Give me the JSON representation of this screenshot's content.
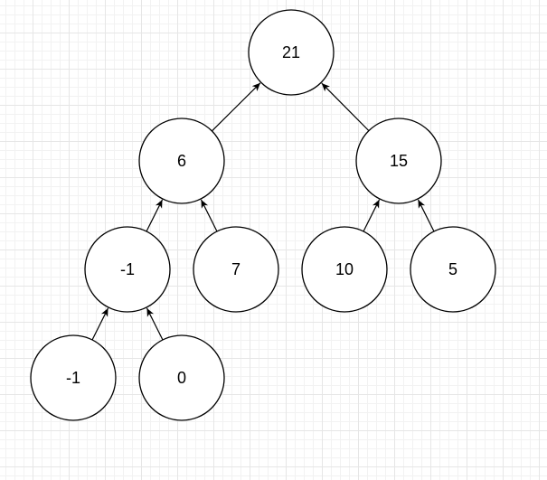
{
  "tree": {
    "nodes": [
      {
        "id": "root",
        "label": "21"
      },
      {
        "id": "left",
        "label": "6"
      },
      {
        "id": "right",
        "label": "15"
      },
      {
        "id": "left-left",
        "label": "-1"
      },
      {
        "id": "left-right",
        "label": "7"
      },
      {
        "id": "right-left",
        "label": "10"
      },
      {
        "id": "right-right",
        "label": "5"
      },
      {
        "id": "left-left-left",
        "label": "-1"
      },
      {
        "id": "left-left-right",
        "label": "0"
      }
    ],
    "edges": [
      {
        "from": "left",
        "to": "root"
      },
      {
        "from": "right",
        "to": "root"
      },
      {
        "from": "left-left",
        "to": "left"
      },
      {
        "from": "left-right",
        "to": "left"
      },
      {
        "from": "right-left",
        "to": "right"
      },
      {
        "from": "right-right",
        "to": "right"
      },
      {
        "from": "left-left-left",
        "to": "left-left"
      },
      {
        "from": "left-left-right",
        "to": "left-left"
      }
    ]
  }
}
